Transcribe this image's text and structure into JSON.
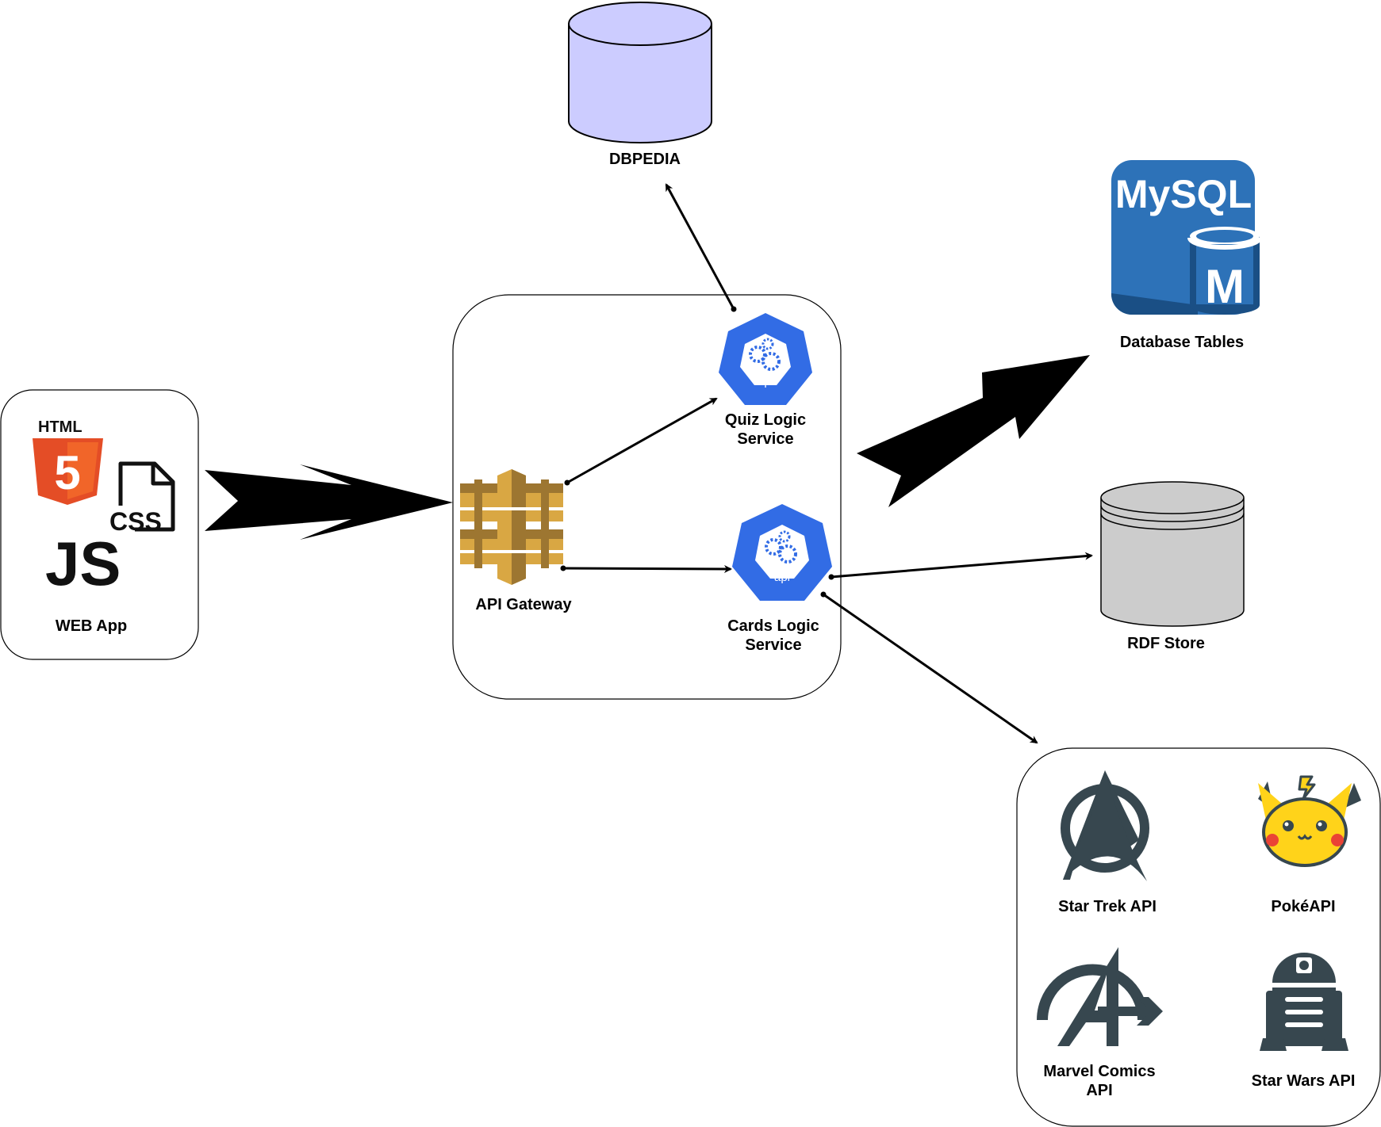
{
  "nodes": {
    "web_app": "WEB App",
    "api_gateway": "API Gateway",
    "quiz_service": "Quiz Logic\nService",
    "cards_service": "Cards Logic\nService",
    "dbpedia": "DBPEDIA",
    "database_tables": "Database Tables",
    "rdf_store": "RDF Store",
    "star_trek_api": "Star Trek API",
    "poke_api": "PokéAPI",
    "marvel_api": "Marvel Comics\nAPI",
    "star_wars_api": "Star Wars API"
  },
  "logos": {
    "html5": "HTML",
    "html5_number": "5",
    "css": "CSS",
    "js": "JS",
    "mysql": "MySQL",
    "mysql_m": "M",
    "api_badge": "api"
  },
  "colors": {
    "stroke": "#000000",
    "k8s_blue": "#326ce5",
    "html5_orange": "#e44d26",
    "html5_orange_light": "#f16529",
    "aws_gold": "#d9a743",
    "aws_gold_dark": "#9d7631",
    "mysql_blue": "#2d72b8",
    "mysql_dark": "#1a4f85",
    "dbpedia_fill": "#ccccff",
    "rdf_fill": "#cccccc",
    "icon_dark": "#37474f",
    "pikachu_yellow": "#ffd31a",
    "pikachu_red": "#ea4335"
  }
}
